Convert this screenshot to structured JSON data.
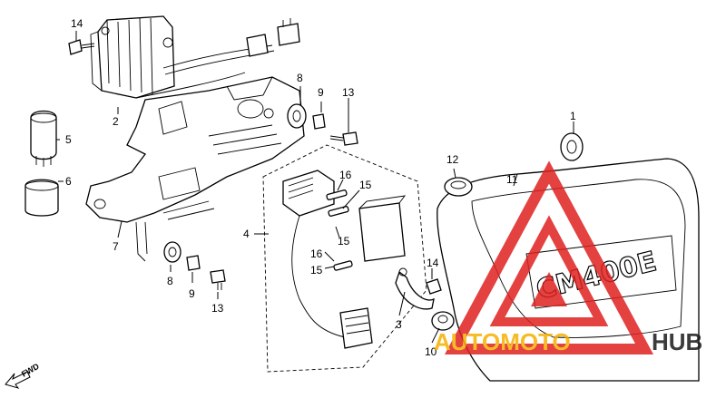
{
  "callouts": [
    {
      "id": "c14a",
      "text": "14"
    },
    {
      "id": "c2",
      "text": "2"
    },
    {
      "id": "c5",
      "text": "5"
    },
    {
      "id": "c6",
      "text": "6"
    },
    {
      "id": "c7",
      "text": "7"
    },
    {
      "id": "c8a",
      "text": "8"
    },
    {
      "id": "c9a",
      "text": "9"
    },
    {
      "id": "c13a",
      "text": "13"
    },
    {
      "id": "c4",
      "text": "4"
    },
    {
      "id": "c16a",
      "text": "16"
    },
    {
      "id": "c15a",
      "text": "15"
    },
    {
      "id": "c15b",
      "text": "15"
    },
    {
      "id": "c16b",
      "text": "16"
    },
    {
      "id": "c15c",
      "text": "15"
    },
    {
      "id": "c8b",
      "text": "8"
    },
    {
      "id": "c9b",
      "text": "9"
    },
    {
      "id": "c13b",
      "text": "13"
    },
    {
      "id": "c3",
      "text": "3"
    },
    {
      "id": "c14b",
      "text": "14"
    },
    {
      "id": "c10",
      "text": "10"
    },
    {
      "id": "c12",
      "text": "12"
    },
    {
      "id": "c11",
      "text": "11"
    },
    {
      "id": "c1",
      "text": "1"
    }
  ],
  "direction_label": "FWD",
  "side_cover_marking": "CM400E",
  "watermark": {
    "text_part1": "AUTOMOTO",
    "text_part2": "HUB",
    "color_part1": "#f5b000",
    "color_part2": "#1a1a1a",
    "triangle_color": "#e02020"
  }
}
